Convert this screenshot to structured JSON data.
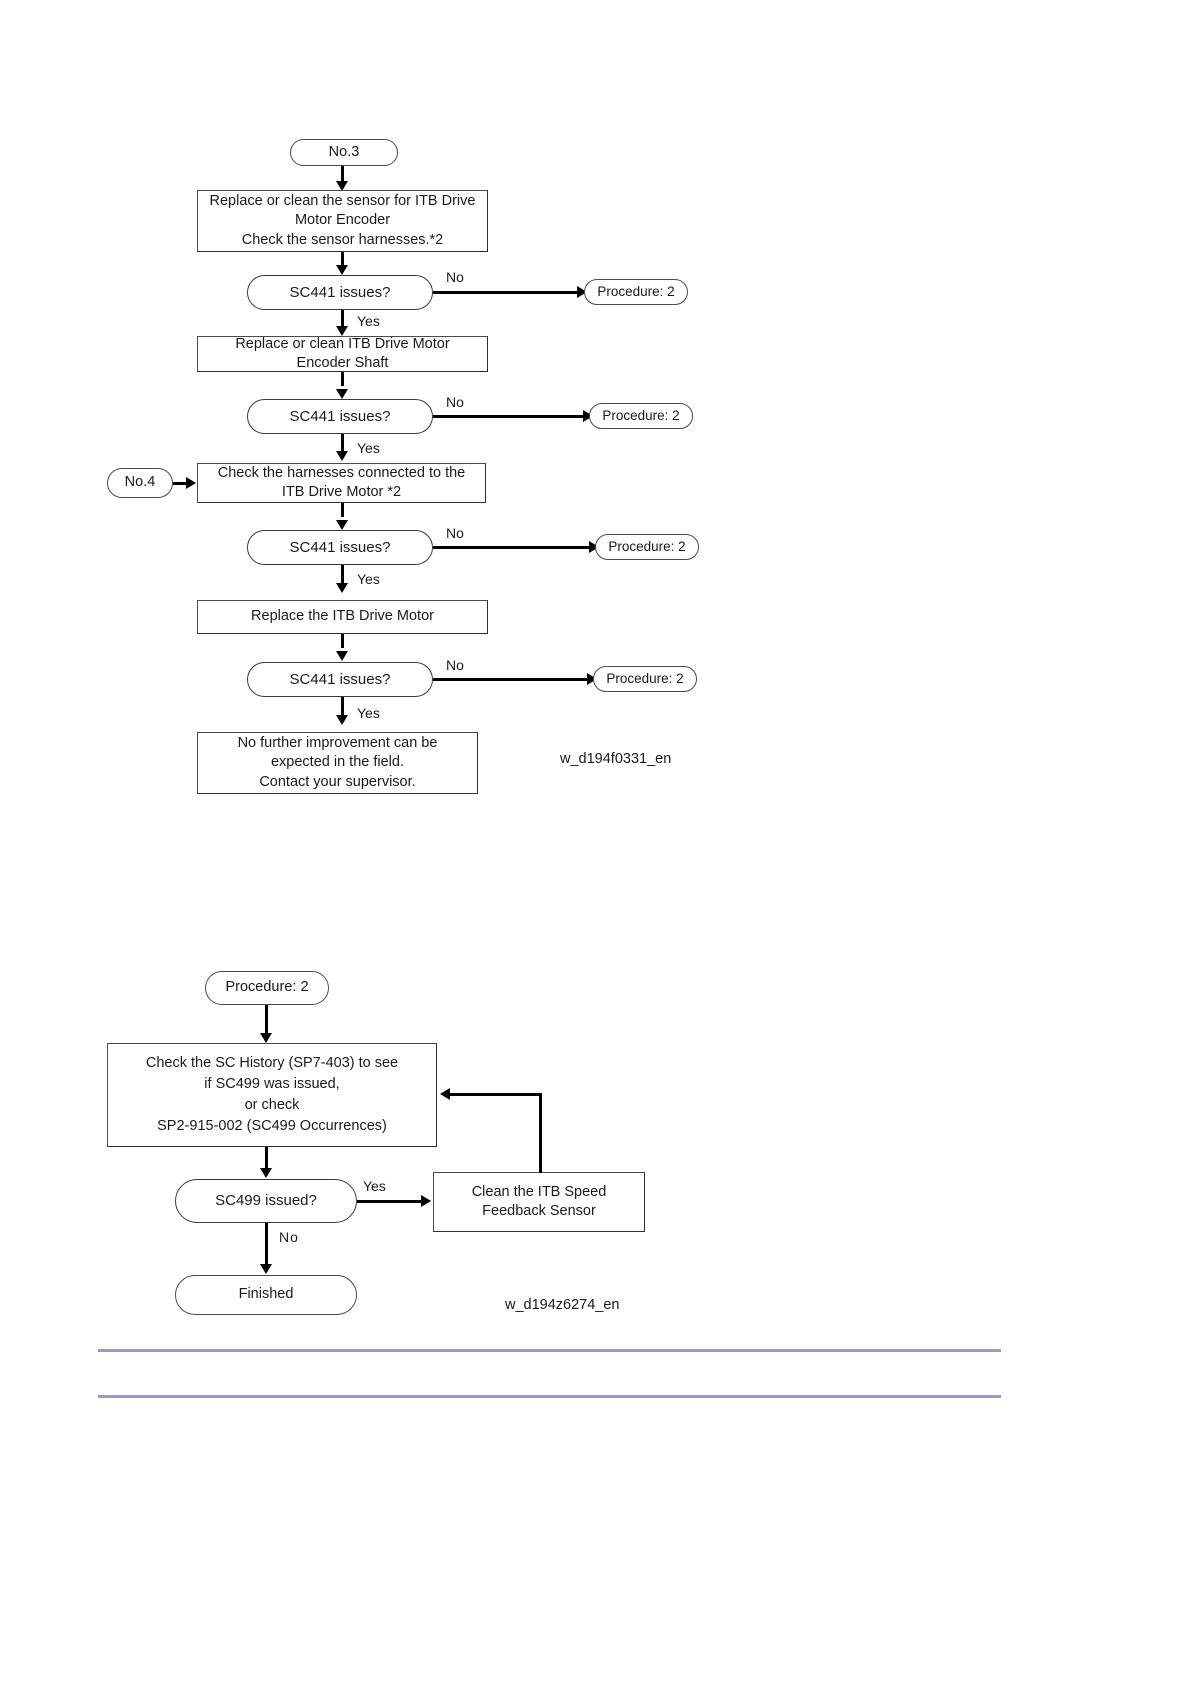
{
  "page": {
    "background": "#ffffff",
    "rule_color": "#9a9ac8"
  },
  "flowchart_1": {
    "caption": "w_d194f0331_en",
    "nodes": {
      "start": "No.3",
      "step_1": "Replace or clean the sensor for ITB Drive Motor Encoder\nCheck the sensor harnesses.*2",
      "step_1_line1": "Replace or clean the sensor for ITB Drive",
      "step_1_line2": "Motor Encoder",
      "step_1_line3": "Check the sensor harnesses.*2",
      "decision_1": "SC441 issues?",
      "exit_1": "Procedure: 2",
      "step_2_line1": "Replace or clean ITB Drive Motor",
      "step_2_line2": "Encoder Shaft",
      "decision_2": "SC441 issues?",
      "exit_2": "Procedure: 2",
      "entry_no4": "No.4",
      "step_3_line1": "Check the harnesses connected to the",
      "step_3_line2": "ITB Drive Motor *2",
      "decision_3": "SC441 issues?",
      "exit_3": "Procedure: 2",
      "step_4": "Replace the ITB Drive Motor",
      "decision_4": "SC441 issues?",
      "exit_4": "Procedure: 2",
      "end_line1": "No further improvement can be",
      "end_line2": "expected in the field.",
      "end_line3": "Contact your supervisor."
    },
    "edge_labels": {
      "no_1": "No",
      "yes_1": "Yes",
      "no_2": "No",
      "yes_2": "Yes",
      "no_3": "No",
      "yes_3": "Yes",
      "no_4": "No",
      "yes_4": "Yes"
    }
  },
  "flowchart_2": {
    "caption": "w_d194z6274_en",
    "nodes": {
      "start": "Procedure: 2",
      "step_1_line1": "Check the SC History (SP7-403) to see",
      "step_1_line2": "if SC499 was issued,",
      "step_1_line3": "or check",
      "step_1_line4": "SP2-915-002 (SC499 Occurrences)",
      "decision_1": "SC499 issued?",
      "action_line1": "Clean the ITB Speed",
      "action_line2": "Feedback Sensor",
      "end": "Finished"
    },
    "edge_labels": {
      "yes": "Yes",
      "no": "No"
    }
  }
}
